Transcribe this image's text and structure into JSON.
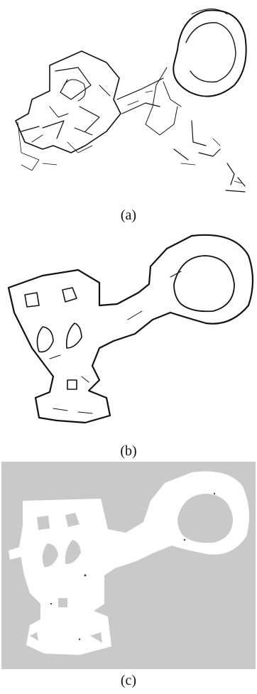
{
  "panels": [
    {
      "caption": "(a)"
    },
    {
      "caption": "(b)"
    },
    {
      "caption": "(c)"
    }
  ],
  "colors": {
    "ink": "#111111",
    "occupancy_background": "#c9c9c9",
    "free_space": "#ffffff"
  }
}
